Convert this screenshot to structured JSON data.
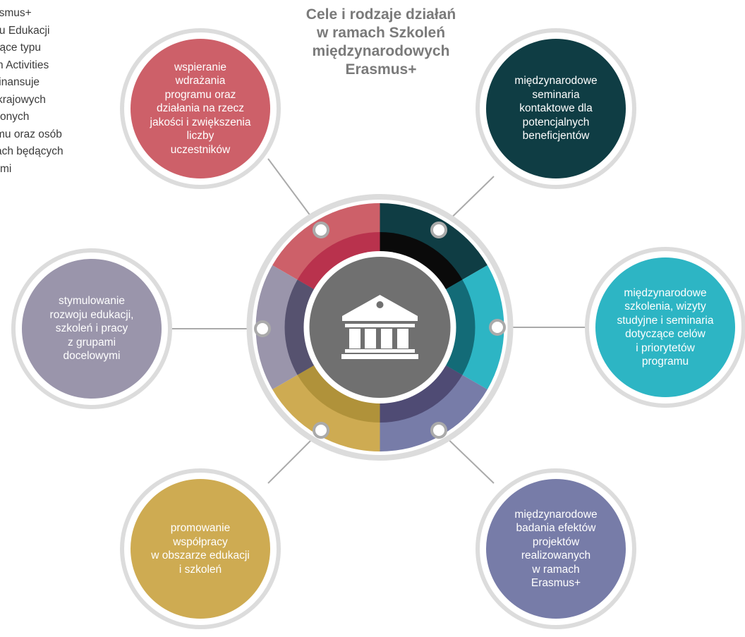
{
  "left_text": [
    "asmus+",
    "mu Edukacji",
    "jące typu",
    "n Activities",
    "finansuje",
    "krajowych",
    "onych",
    "mu oraz osób",
    "ach będących",
    "mi"
  ],
  "title": [
    "Cele i rodzaje działań",
    "w ramach Szkoleń",
    "międzynarodowych",
    "Erasmus+"
  ],
  "nodes": {
    "support": {
      "lines": [
        "wspieranie",
        "wdrażania",
        "programu oraz",
        "działania na rzecz",
        "jakości i zwiększenia",
        "liczby",
        "uczestników"
      ],
      "color": "#cd6069"
    },
    "seminars": {
      "lines": [
        "międzynarodowe",
        "seminaria",
        "kontaktowe dla",
        "potencjalnych",
        "beneficjentów"
      ],
      "color": "#0f3d44"
    },
    "trainings": {
      "lines": [
        "międzynarodowe",
        "szkolenia, wizyty",
        "studyjne i seminaria",
        "dotyczące celów",
        "i priorytetów",
        "programu"
      ],
      "color": "#2db5c4"
    },
    "research": {
      "lines": [
        "międzynarodowe",
        "badania efektów",
        "projektów",
        "realizowanych",
        "w ramach",
        "Erasmus+"
      ],
      "color": "#777ca8"
    },
    "cooperation": {
      "lines": [
        "promowanie",
        "współpracy",
        "w obszarze edukacji",
        "i szkoleń"
      ],
      "color": "#ceab52"
    },
    "stimulation": {
      "lines": [
        "stymulowanie",
        "rozwoju edukacji,",
        "szkoleń i pracy",
        "z grupami",
        "docelowymi"
      ],
      "color": "#9a95ab"
    }
  },
  "center_icon": "institution-building-icon",
  "colors": {
    "ring_gray": "#dcdcdc",
    "center": "#707070",
    "connector": "#aaaaaa",
    "title": "#7a7a7a"
  }
}
